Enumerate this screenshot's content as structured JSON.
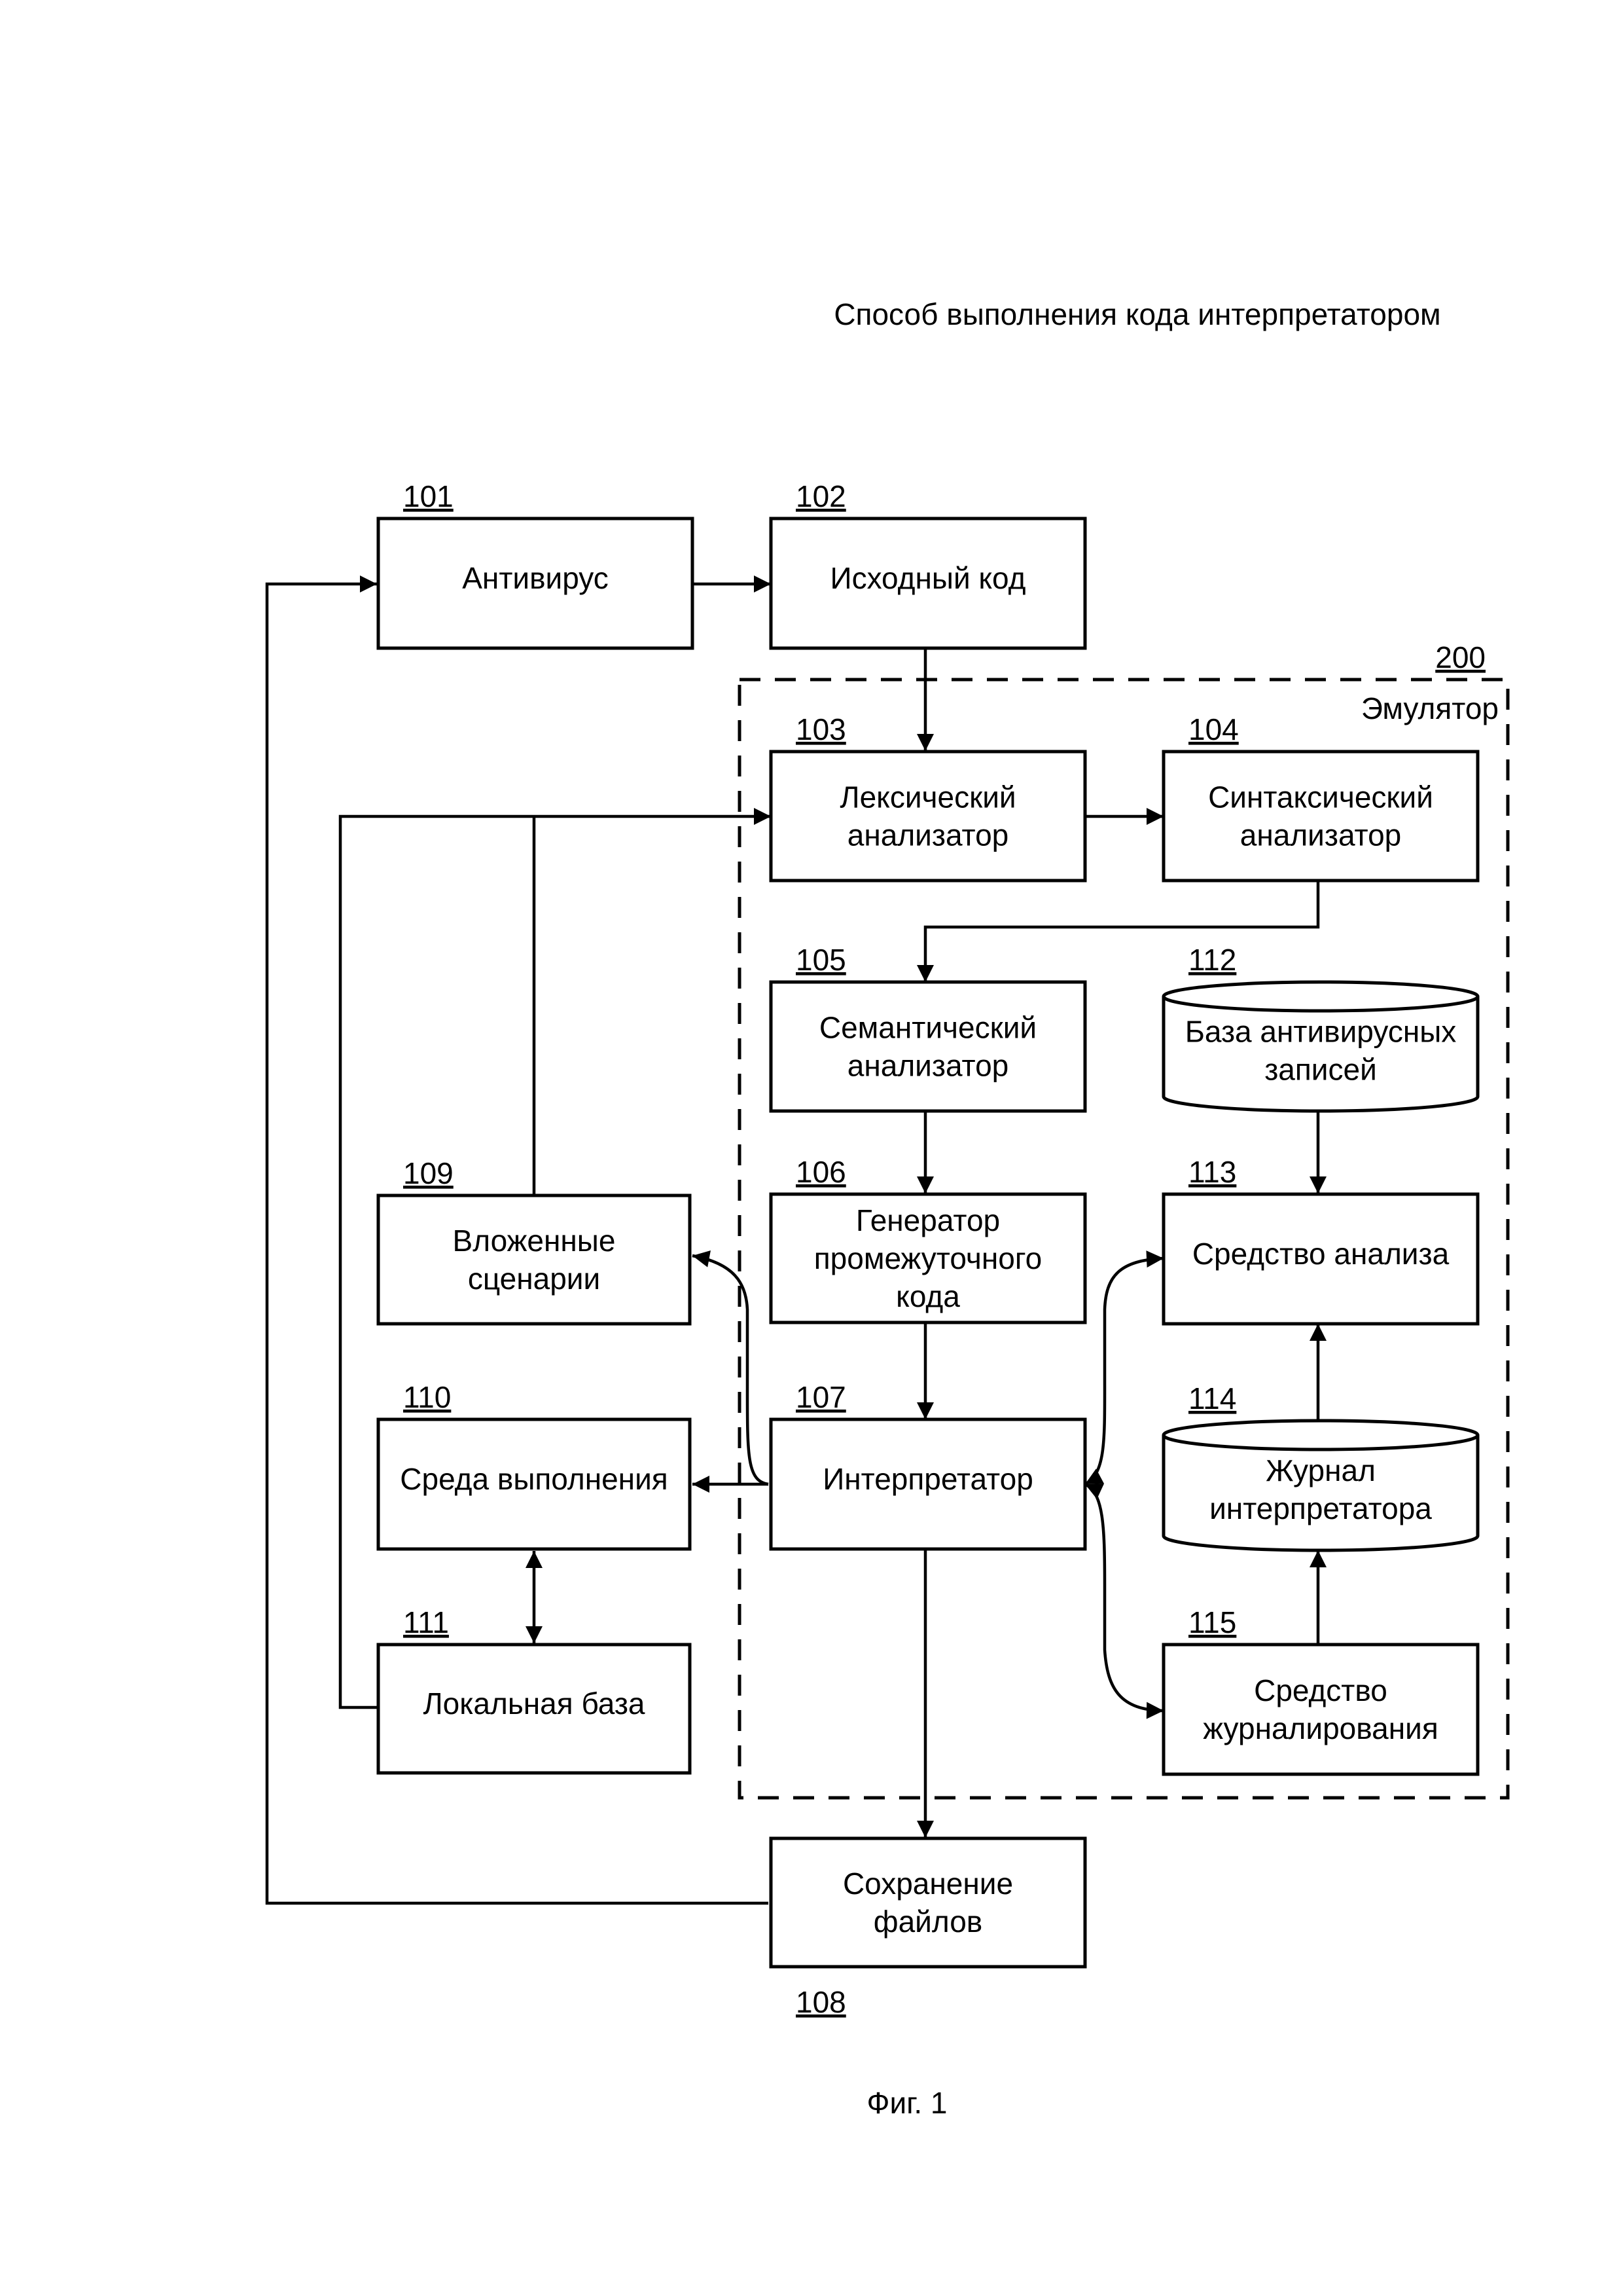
{
  "title": "Способ выполнения кода интерпретатором",
  "caption": "Фиг. 1",
  "container": {
    "ref": "200",
    "label": "Эмулятор"
  },
  "blocks": [
    {
      "id": "101",
      "ref": "101",
      "shape": "rect",
      "lines": [
        "Антивирус"
      ]
    },
    {
      "id": "102",
      "ref": "102",
      "shape": "rect",
      "lines": [
        "Исходный код"
      ]
    },
    {
      "id": "103",
      "ref": "103",
      "shape": "rect",
      "lines": [
        "Лексический",
        "анализатор"
      ]
    },
    {
      "id": "104",
      "ref": "104",
      "shape": "rect",
      "lines": [
        "Синтаксический",
        "анализатор"
      ]
    },
    {
      "id": "105",
      "ref": "105",
      "shape": "rect",
      "lines": [
        "Семантический",
        "анализатор"
      ]
    },
    {
      "id": "106",
      "ref": "106",
      "shape": "rect",
      "lines": [
        "Генератор",
        "промежуточного",
        "кода"
      ]
    },
    {
      "id": "107",
      "ref": "107",
      "shape": "rect",
      "lines": [
        "Интерпретатор"
      ]
    },
    {
      "id": "108",
      "ref": "108",
      "shape": "rect",
      "lines": [
        "Сохранение",
        "файлов"
      ]
    },
    {
      "id": "109",
      "ref": "109",
      "shape": "rect",
      "lines": [
        "Вложенные",
        "сценарии"
      ]
    },
    {
      "id": "110",
      "ref": "110",
      "shape": "rect",
      "lines": [
        "Среда выполнения"
      ]
    },
    {
      "id": "111",
      "ref": "111",
      "shape": "rect",
      "lines": [
        "Локальная база"
      ]
    },
    {
      "id": "112",
      "ref": "112",
      "shape": "cylinder",
      "lines": [
        "База антивирусных",
        "записей"
      ]
    },
    {
      "id": "113",
      "ref": "113",
      "shape": "rect",
      "lines": [
        "Средство анализа"
      ]
    },
    {
      "id": "114",
      "ref": "114",
      "shape": "cylinder",
      "lines": [
        "Журнал",
        "интерпретатора"
      ]
    },
    {
      "id": "115",
      "ref": "115",
      "shape": "rect",
      "lines": [
        "Средство",
        "журналирования"
      ]
    }
  ],
  "connections": [
    {
      "from": "101",
      "to": "102",
      "type": "arrow"
    },
    {
      "from": "102",
      "to": "103",
      "type": "arrow"
    },
    {
      "from": "103",
      "to": "104",
      "type": "arrow"
    },
    {
      "from": "104",
      "to": "105",
      "type": "arrow"
    },
    {
      "from": "105",
      "to": "106",
      "type": "arrow"
    },
    {
      "from": "106",
      "to": "107",
      "type": "arrow"
    },
    {
      "from": "107",
      "to": "108",
      "type": "arrow"
    },
    {
      "from": "107",
      "to": "109",
      "type": "arrow"
    },
    {
      "from": "107",
      "to": "110",
      "type": "arrow"
    },
    {
      "from": "110",
      "to": "111",
      "type": "bidirectional"
    },
    {
      "from": "109",
      "to": "103",
      "type": "arrow"
    },
    {
      "from": "111",
      "to": "103",
      "type": "arrow"
    },
    {
      "from": "108",
      "to": "101",
      "type": "arrow"
    },
    {
      "from": "112",
      "to": "113",
      "type": "arrow"
    },
    {
      "from": "114",
      "to": "113",
      "type": "arrow"
    },
    {
      "from": "115",
      "to": "114",
      "type": "arrow"
    },
    {
      "from": "107",
      "to": "113",
      "type": "bidirectional"
    },
    {
      "from": "107",
      "to": "115",
      "type": "bidirectional"
    }
  ]
}
